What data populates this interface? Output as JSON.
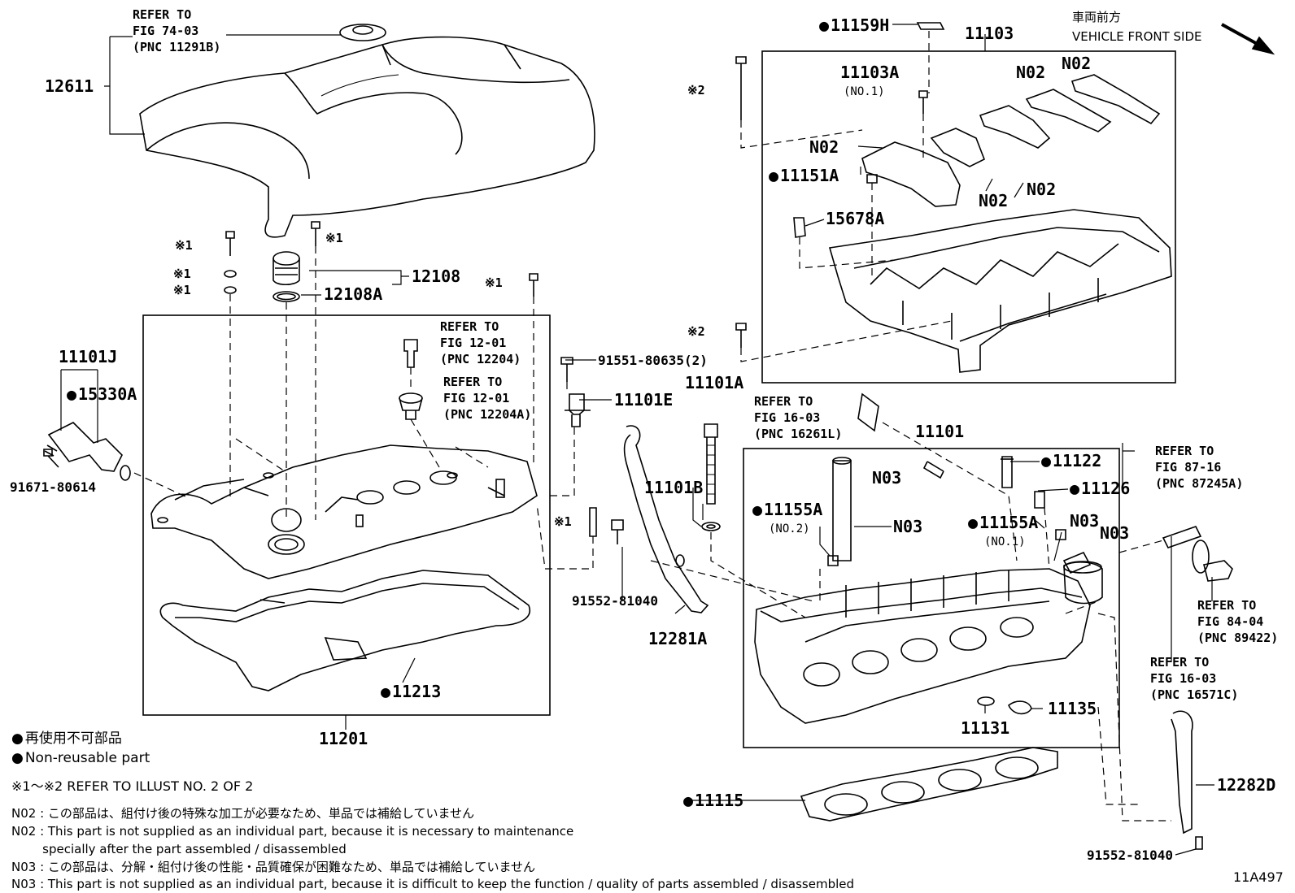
{
  "front": {
    "jp": "車両前方",
    "en": "VEHICLE FRONT SIDE"
  },
  "refs": {
    "r7403": [
      "REFER TO",
      "FIG 74-03",
      "(PNC 11291B)"
    ],
    "r1201a": [
      "REFER TO",
      "FIG 12-01",
      "(PNC 12204)"
    ],
    "r1201b": [
      "REFER TO",
      "FIG 12-01",
      "(PNC 12204A)"
    ],
    "r1603a": [
      "REFER TO",
      "FIG 16-03",
      "(PNC 16261L)"
    ],
    "r8716": [
      "REFER TO",
      "FIG 87-16",
      "(PNC 87245A)"
    ],
    "r8404": [
      "REFER TO",
      "FIG 84-04",
      "(PNC 89422)"
    ],
    "r1603b": [
      "REFER TO",
      "FIG 16-03",
      "(PNC 16571C)"
    ]
  },
  "parts": {
    "p12611": "12611",
    "p12108": "12108",
    "p12108A": "12108A",
    "p11101J": "11101J",
    "p15330A": "15330A",
    "p91671": "91671-80614",
    "p91551": "91551-80635(2)",
    "p11101E": "11101E",
    "p11101A": "11101A",
    "p11101B": "11101B",
    "p91552a": "91552-81040",
    "p12281A": "12281A",
    "p11213": "11213",
    "p11201": "11201",
    "p11159H": "11159H",
    "p11103": "11103",
    "p11103A": "11103A",
    "p11103A_sub": "(NO.1)",
    "p11151A": "11151A",
    "p15678A": "15678A",
    "p11101": "11101",
    "p11122": "11122",
    "p11126": "11126",
    "p11155A2": "11155A",
    "p11155A2_sub": "(NO.2)",
    "p11155A1": "11155A",
    "p11155A1_sub": "(NO.1)",
    "p11131": "11131",
    "p11135": "11135",
    "p11115": "11115",
    "p12282D": "12282D",
    "p91552b": "91552-81040",
    "n02": "N02",
    "n03": "N03",
    "x1": "※1",
    "x2": "※2"
  },
  "legend": {
    "jp": "再使用不可部品",
    "en": "Non-reusable part",
    "refer": "※1～※2  REFER TO ILLUST NO. 2 OF 2"
  },
  "notes": [
    "N02 : この部品は、組付け後の特殊な加工が必要なため、単品では補給していません",
    "N02 : This part is not supplied as an individual part, because it is necessary to maintenance",
    "        specially after the part assembled / disassembled",
    "N03 : この部品は、分解・組付け後の性能・品質確保が困難なため、単品では補給していません",
    "N03 : This part is not supplied as an individual part, because it is difficult to keep the function / quality of parts  assembled / disassembled"
  ],
  "illust_code": "11A497"
}
